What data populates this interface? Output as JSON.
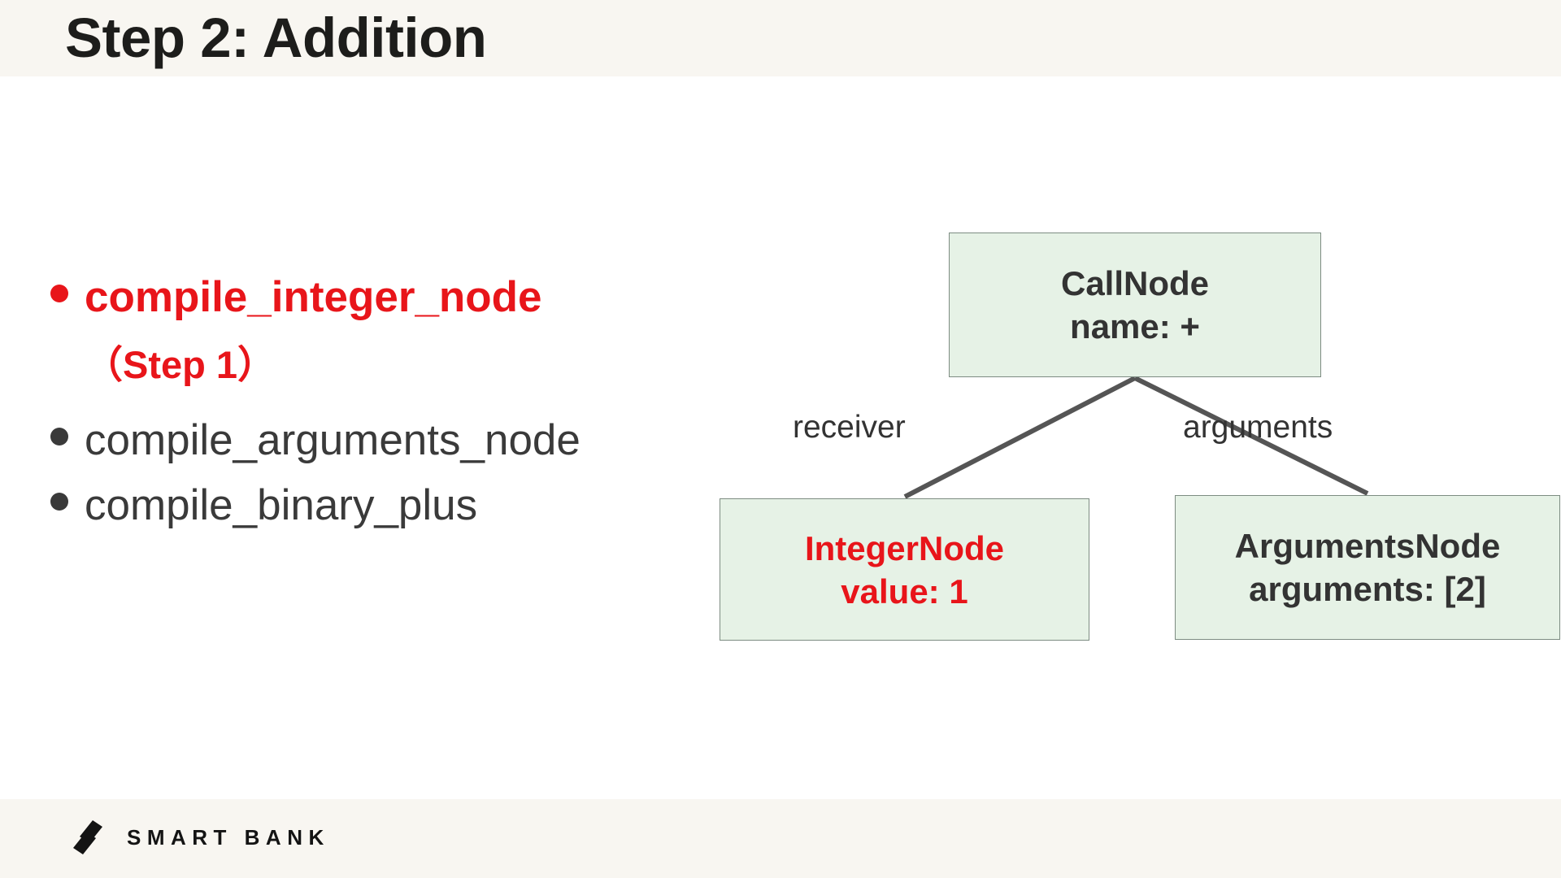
{
  "slide": {
    "title": "Step 2: Addition",
    "header_background": "#f8f6f1",
    "body_background": "#ffffff",
    "accent_red": "#e8151a",
    "text_dark": "#333333"
  },
  "bullets": [
    {
      "label": "compile_integer_node",
      "color": "red",
      "dot": "red"
    },
    {
      "label": "compile_arguments_node",
      "color": "dark",
      "dot": "dark"
    },
    {
      "label": "compile_binary_plus",
      "color": "dark",
      "dot": "dark"
    }
  ],
  "sub_note": {
    "text": "（Step 1）",
    "color": "#e8151a"
  },
  "diagram": {
    "node_fill": "#e6f2e6",
    "node_border": "#7d8c82",
    "edge_color": "#555555",
    "nodes": [
      {
        "id": "call-node",
        "line1": "CallNode",
        "line2": "name: +",
        "text_color": "#333333"
      },
      {
        "id": "integer-node",
        "line1": "IntegerNode",
        "line2": "value: 1",
        "text_color": "#e8151a"
      },
      {
        "id": "arguments-node",
        "line1": "ArgumentsNode",
        "line2": "arguments: [2]",
        "text_color": "#333333"
      }
    ],
    "edges": [
      {
        "label": "receiver",
        "from": "call-node",
        "to": "integer-node"
      },
      {
        "label": "arguments",
        "from": "call-node",
        "to": "arguments-node"
      }
    ]
  },
  "footer": {
    "logo_text": "SMART BANK",
    "background": "#f8f6f1"
  }
}
